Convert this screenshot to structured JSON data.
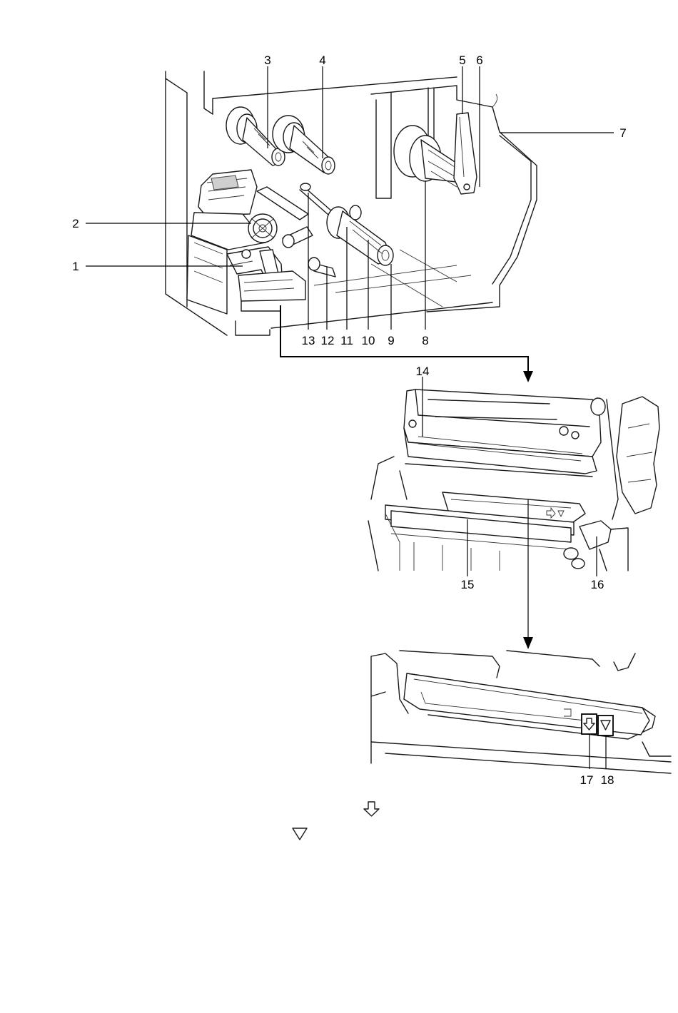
{
  "callouts": {
    "c1": "1",
    "c2": "2",
    "c3": "3",
    "c4": "4",
    "c5": "5",
    "c6": "6",
    "c7": "7",
    "c8": "8",
    "c9": "9",
    "c10": "10",
    "c11": "11",
    "c12": "12",
    "c13": "13",
    "c14": "14",
    "c15": "15",
    "c16": "16",
    "c17": "17",
    "c18": "18"
  },
  "legend_symbols": {
    "hollow_down_arrow_icon": "hollow-down-arrow",
    "down_triangle_icon": "down-triangle"
  }
}
